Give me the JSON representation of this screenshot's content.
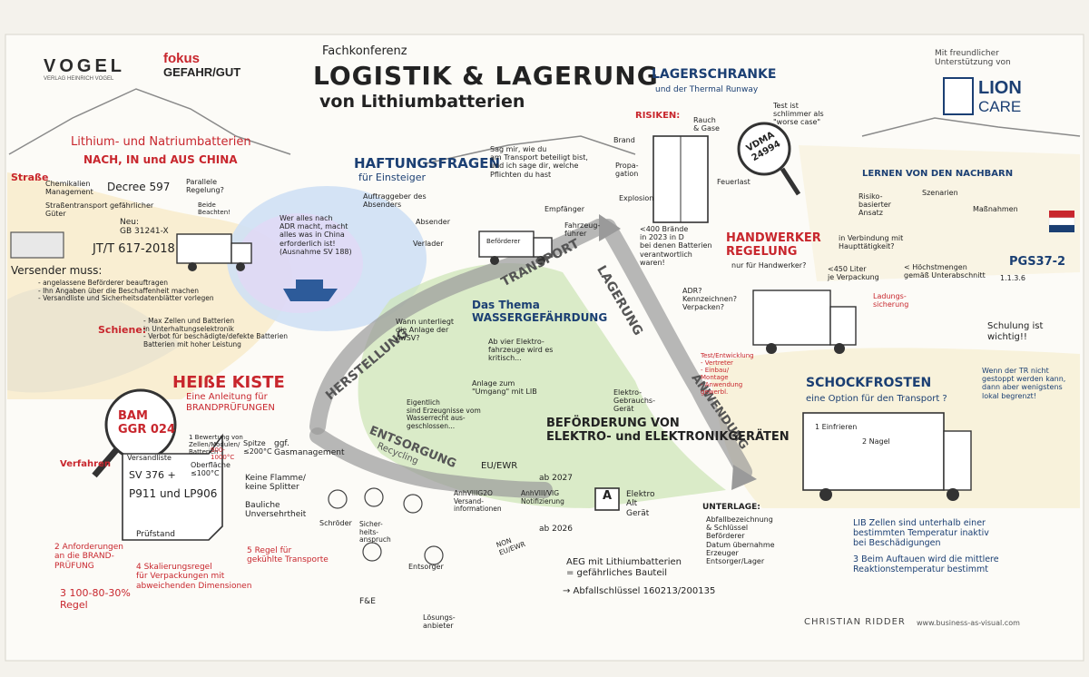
{
  "logos": {
    "vogel": "VOGEL",
    "vogel_sub": "VERLAG HEINRICH VOGEL",
    "fokus": "fokus",
    "gefahrgut": "GEFAHR/GUT",
    "sponsor_note": "Mit freundlicher\nUnterstützung von",
    "lion": "LION",
    "care": "CARE"
  },
  "header": {
    "kicker": "Fachkonferenz",
    "title": "LOGISTIK & LAGERUNG",
    "subtitle": "von Lithiumbatterien"
  },
  "china": {
    "title": "Lithium- und Natriumbatterien",
    "subtitle": "NACH, IN und AUS CHINA",
    "strasse": "Straße",
    "chemikalien": "Chemikalien\nManagement",
    "decree": "Decree 597",
    "strassentransport": "Straßentransport gefährlicher\nGüter",
    "parallele": "Parallele\nRegelung?",
    "beide": "Beide\nBeachten!",
    "gb": "Neu:\nGB 31241-X",
    "jtt": "JT/T 617-2018",
    "versender_title": "Versender muss:",
    "versender_items": "- angelassene Beförderer beauftragen\n- Ihn Angaben über die Beschaffenheit machen\n- Versandliste und Sicherheitsdatenblätter vorlegen",
    "schiene": "Schiene:",
    "schiene_items": "- Max Zellen und Batterien\n  in Unterhaltungselektronik\n- Verbot für beschädigte/defekte Batterien\n  Batterien mit hoher Leistung",
    "adr_bubble": "Wer alles nach\nADR macht, macht\nalles was in China\nerforderlich ist!\n(Ausnahme SV 188)"
  },
  "heisse_kiste": {
    "title": "HEIßE KISTE",
    "subtitle": "Eine Anleitung für\nBRANDPRÜFUNGEN",
    "bam": "BAM\nGGR 024",
    "verfahren": "Verfahren",
    "bewertung": "1 Bewertung von\nZellen/Modulen/\nBatterien",
    "versandliste": "Versandliste",
    "sv": "SV 376 +",
    "p911": "P911 und LP906",
    "oberflaeche": "Oberfläche\n≤100°C",
    "spitze": "Spitze\n≤200°C",
    "ggf": "ggf.\nGasmanagement",
    "keine_flamme": "Keine Flamme/\nkeine Splitter",
    "bauliche": "Bauliche\nUnversehrtheit",
    "temp": "900-\n1000°C",
    "pruefstand": "Prüfstand",
    "anforderungen": "2 Anforderungen\nan die BRAND-\nPRÜFUNG",
    "skalierung": "4 Skalierungsregel\nfür Verpackungen mit\nabweichenden Dimensionen",
    "regel": "3 100-80-30%\nRegel",
    "gekuehlte": "5 Regel für\ngekühlte Transporte"
  },
  "cycle": {
    "transport": "TRANSPORT",
    "lagerung": "LAGERUNG",
    "anwendung": "ANWENDUNG",
    "herstellung": "HERSTELLUNG",
    "entsorgung": "ENTSORGUNG",
    "recycling": "Recycling"
  },
  "haftung": {
    "title": "HAFTUNGSFRAGEN",
    "subtitle": "für Einsteiger",
    "bubble": "Sag mir, wie du\nam Transport beteiligt bist,\nund ich sage dir, welche\nPflichten du hast",
    "auftraggeber": "Auftraggeber des\nAbsenders",
    "absender": "Absender",
    "verlader": "Verlader",
    "befoerderer": "Beförderer",
    "empfaenger": "Empfänger",
    "fahrzeugfuehrer": "Fahrzeug-\nführer"
  },
  "wasser": {
    "title": "Das Thema\nWASSERGEFÄHRDUNG",
    "wann": "Wann unterliegt\ndie Anlage der\nAwSV?",
    "ab_vier": "Ab vier Elektro-\nfahrzeuge wird es\nkritisch...",
    "anlage": "Anlage zum\n\"Umgang\" mit LIB",
    "eigentlich": "Eigentlich\nsind Erzeugnisse vom\nWasserrecht aus-\ngeschlossen...",
    "elektro": "Elektro-\nGebrauchs-\nGerät"
  },
  "lagerschranke": {
    "title": "LAGERSCHRANKE",
    "subtitle": "und der Thermal Runway",
    "risiken": "RISIKEN:",
    "rauch": "Rauch\n& Gase",
    "brand": "Brand",
    "propagation": "Propa-\ngation",
    "explosion": "Explosion",
    "feuerlast": "Feuerlast",
    "test": "Test ist\nschlimmer als\n\"worse case\"",
    "vdma": "VDMA\n24994",
    "braende": "<400 Brände\nin 2023 in D\nbei denen Batterien\nverantwortlich\nwaren!"
  },
  "nachbarn": {
    "title": "LERNEN VON DEN NACHBARN",
    "risiko": "Risiko-\nbasierter\nAnsatz",
    "szenarien": "Szenarien",
    "massnahmen": "Maßnahmen",
    "pgs": "PGS37-2",
    "pgs_sub": "1.1.3.6"
  },
  "handwerker": {
    "title": "HANDWERKER\nREGELUNG",
    "subtitle": "nur für Handwerker?",
    "verbindung": "in Verbindung mit\nHaupttätigkeit?",
    "liter": "<450 Liter\nje Verpackung",
    "hoechst": "< Höchstmengen\ngemäß Unterabschnitt",
    "ladung": "Ladungs-\nsicherung",
    "adr": "ADR?\nKennzeichnen?\nVerpacken?",
    "schulung": "Schulung ist\nwichtig!!",
    "test_entwicklung": "Test/Entwicklung\n- Vertreter\n- Einbau/\n  Montage\n- Anwendung\n  gewerbl."
  },
  "schock": {
    "title": "SCHOCKFROSTEN",
    "subtitle": "eine Option für den Transport ?",
    "wenn": "Wenn der TR nicht\ngestoppt werden kann,\ndann aber wenigstens\nlokal begrenzt!",
    "einfrieren": "1 Einfrieren",
    "noedli": "2 Nagel",
    "lib_zellen": "LIB Zellen sind unterhalb einer\nbestimmten Temperatur inaktiv\nbei Beschädigungen",
    "auftauen": "3 Beim Auftauen wird die mittlere\nReaktionstemperatur bestimmt"
  },
  "elektro": {
    "title": "BEFÖRDERUNG VON\nELEKTRO- und ELEKTRONIKGERÄTEN",
    "euewr": "EU/EWR",
    "ab2027": "ab 2027",
    "annex_left": "AnhVIIIG2O\nVersand-\ninformationen",
    "annex_right": "AnhVIII/VIG\nNotifizierung",
    "non_eu": "NON\nEU/EWR",
    "ab2026": "ab 2026",
    "box_label": "A",
    "elektro_alt": "Elektro\nAlt\nGerät",
    "aeg": "AEG mit Lithiumbatterien\n= gefährliches Bauteil",
    "abfall": "→ Abfallschlüssel 160213/200135",
    "unterlage_title": "UNTERLAGE:",
    "unterlage_items": "Abfallbezeichnung\n& Schlüssel\nBeförderer\nDatum übernahme\nErzeuger\nEntsorger/Lager"
  },
  "people": {
    "schroeder": "Schröder",
    "sicherheit": "Sicher-\nheits-\nanspruch",
    "entsorger": "Entsorger",
    "fue": "F&E",
    "loesungs": "Lösungs-\nanbieter"
  },
  "credits": {
    "artist": "CHRISTIAN RIDDER",
    "site": "www.business-as-visual.com"
  },
  "colors": {
    "accent_red": "#c8262d",
    "ink_blue": "#1b3f73",
    "ink": "#222222"
  }
}
